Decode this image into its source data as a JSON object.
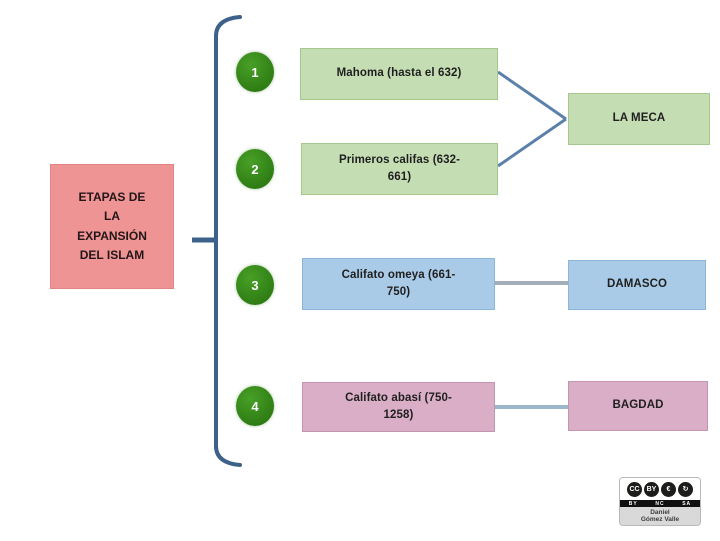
{
  "diagram": {
    "title": "ETAPAS DE\nLA\nEXPANSIÓN\nDEL ISLAM",
    "stages": [
      {
        "number": "1",
        "label": "Mahoma (hasta el 632)",
        "color_group": "green"
      },
      {
        "number": "2",
        "label": "Primeros califas (632-\n661)",
        "color_group": "green"
      },
      {
        "number": "3",
        "label": "Califato omeya (661-\n750)",
        "color_group": "blue"
      },
      {
        "number": "4",
        "label": "Califato abasí (750-\n1258)",
        "color_group": "mauve"
      }
    ],
    "cities": [
      {
        "label": "LA MECA",
        "color_group": "green",
        "linked_stages": [
          "1",
          "2"
        ]
      },
      {
        "label": "DAMASCO",
        "color_group": "blue",
        "linked_stages": [
          "3"
        ]
      },
      {
        "label": "BAGDAD",
        "color_group": "mauve",
        "linked_stages": [
          "4"
        ]
      }
    ],
    "colors": {
      "title_fill": "#ee9495",
      "green_fill": "#c5ddb3",
      "blue_fill": "#a9cbe7",
      "mauve_fill": "#d9aec6",
      "circle_fill": "#2e8313",
      "bracket_stroke": "#3d6189",
      "diagonal_line": "#5b81ab",
      "horizontal_line_gray": "#a3aeb8",
      "horizontal_line_blue": "#9cb6cb"
    }
  },
  "license": {
    "icon_cc": "CC",
    "icon_by": "BY",
    "icon_nc": "€",
    "icon_sa": "↻",
    "bar_by": "BY",
    "bar_nc": "NC",
    "bar_sa": "SA",
    "author": "Daniel\nGómez Valle"
  }
}
